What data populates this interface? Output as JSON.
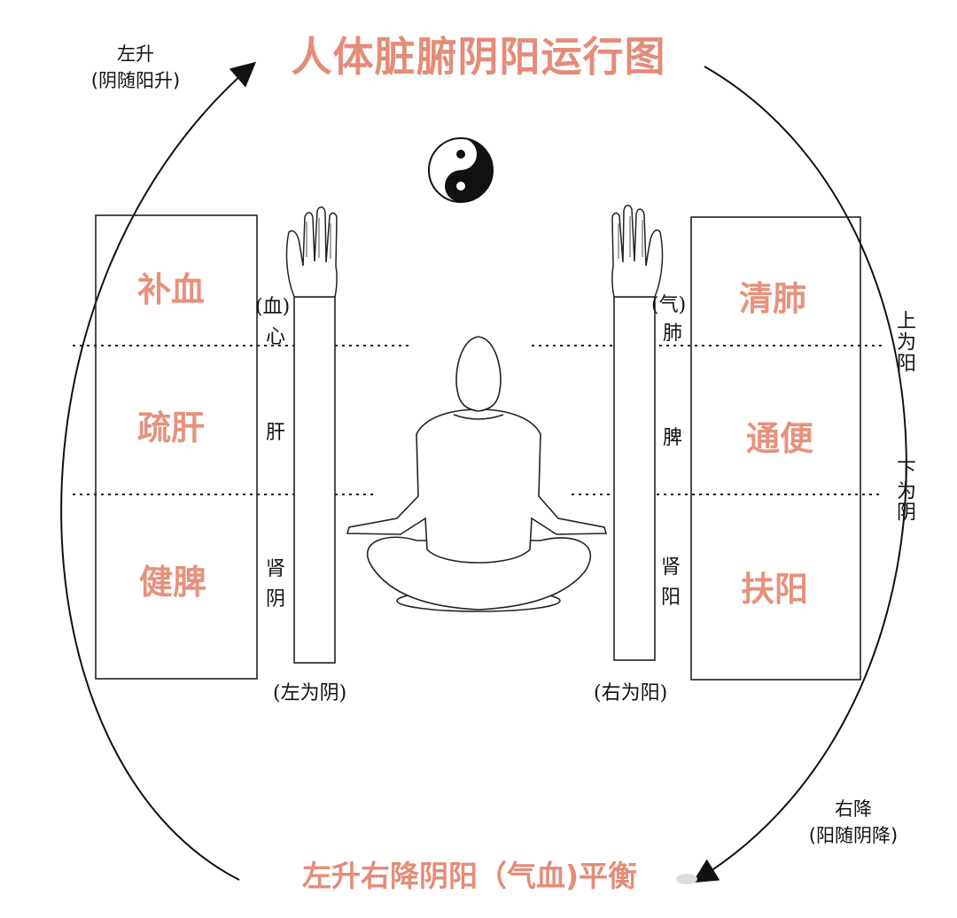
{
  "title": "人体脏腑阴阳运行图",
  "footer": "左升右降阴阳（气血)平衡",
  "left_flow": {
    "label": "左升",
    "sub": "(阴随阳升)"
  },
  "right_flow": {
    "label": "右降",
    "sub": "(阳随阴降)"
  },
  "left_panel": {
    "boxes": [
      "补血",
      "疏肝",
      "健脾"
    ],
    "arm_labels": {
      "blood": "(血)",
      "heart": "心",
      "liver": "肝",
      "kidney": "肾",
      "yin": "阴"
    },
    "caption": "(左为阴)"
  },
  "right_panel": {
    "boxes": [
      "清肺",
      "通便",
      "扶阳"
    ],
    "arm_labels": {
      "qi": "(气)",
      "lung": "肺",
      "spleen": "脾",
      "kidney": "肾",
      "yang": "阳"
    },
    "caption": "(右为阳)"
  },
  "side_labels": {
    "upper": "上为阳",
    "lower": "下为阴"
  },
  "colors": {
    "accent": "#e48c78",
    "ink": "#111111"
  }
}
